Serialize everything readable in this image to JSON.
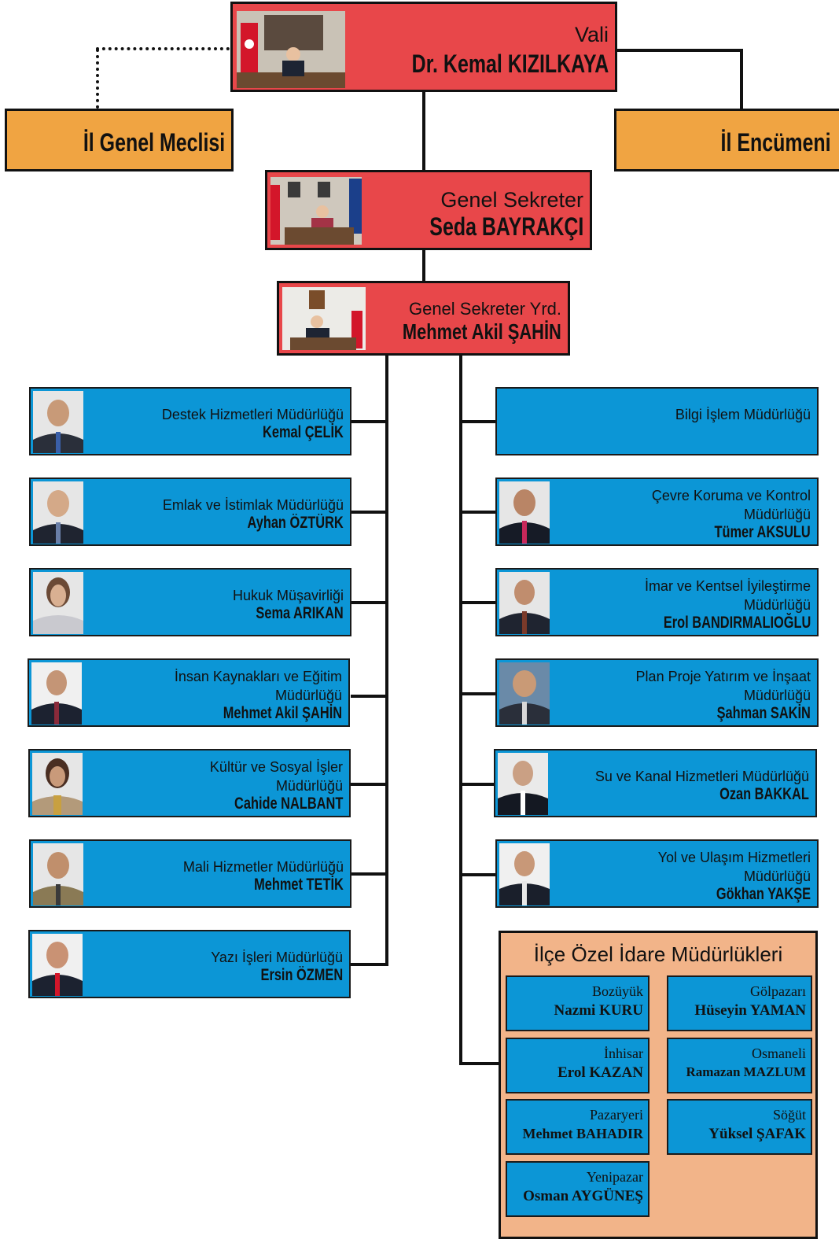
{
  "governor": {
    "title": "Vali",
    "name": "Dr. Kemal KIZILKAYA"
  },
  "councils": {
    "left": "İl Genel Meclisi",
    "right": "İl Encümeni"
  },
  "secretary": {
    "title": "Genel Sekreter",
    "name": "Seda BAYRAKÇI"
  },
  "deputy": {
    "title": "Genel Sekreter Yrd.",
    "name": "Mehmet Akil ŞAHİN"
  },
  "left_units": [
    {
      "title": "Destek Hizmetleri Müdürlüğü",
      "name": "Kemal ÇELİK"
    },
    {
      "title": "Emlak ve İstimlak Müdürlüğü",
      "name": "Ayhan ÖZTÜRK"
    },
    {
      "title": "Hukuk Müşavirliği",
      "name": "Sema ARIKAN"
    },
    {
      "title1": "İnsan Kaynakları ve Eğitim",
      "title2": "Müdürlüğü",
      "name": "Mehmet Akil ŞAHİN"
    },
    {
      "title1": "Kültür ve Sosyal İşler",
      "title2": "Müdürlüğü",
      "name": "Cahide NALBANT"
    },
    {
      "title": "Mali Hizmetler Müdürlüğü",
      "name": "Mehmet TETİK"
    },
    {
      "title": "Yazı İşleri Müdürlüğü",
      "name": "Ersin ÖZMEN"
    }
  ],
  "right_units": [
    {
      "title": "Bilgi İşlem Müdürlüğü"
    },
    {
      "title1": "Çevre Koruma ve Kontrol",
      "title2": "Müdürlüğü",
      "name": "Tümer AKSULU"
    },
    {
      "title1": "İmar ve Kentsel İyileştirme",
      "title2": "Müdürlüğü",
      "name": "Erol BANDIRMALIOĞLU"
    },
    {
      "title1": "Plan Proje Yatırım ve İnşaat",
      "title2": "Müdürlüğü",
      "name": "Şahman SAKİN"
    },
    {
      "title": "Su ve Kanal Hizmetleri Müdürlüğü",
      "name": "Ozan BAKKAL"
    },
    {
      "title1": "Yol ve Ulaşım Hizmetleri",
      "title2": "Müdürlüğü",
      "name": "Gökhan YAKŞE"
    }
  ],
  "districts": {
    "heading": "İlçe Özel İdare Müdürlükleri",
    "items": [
      {
        "place": "Bozüyük",
        "name": "Nazmi KURU"
      },
      {
        "place": "Gölpazarı",
        "name": "Hüseyin YAMAN"
      },
      {
        "place": "İnhisar",
        "name": "Erol KAZAN"
      },
      {
        "place": "Osmaneli",
        "name": "Ramazan MAZLUM"
      },
      {
        "place": "Pazaryeri",
        "name": "Mehmet BAHADIR"
      },
      {
        "place": "Söğüt",
        "name": "Yüksel ŞAFAK"
      },
      {
        "place": "Yenipazar",
        "name": "Osman AYGÜNEŞ"
      }
    ]
  }
}
